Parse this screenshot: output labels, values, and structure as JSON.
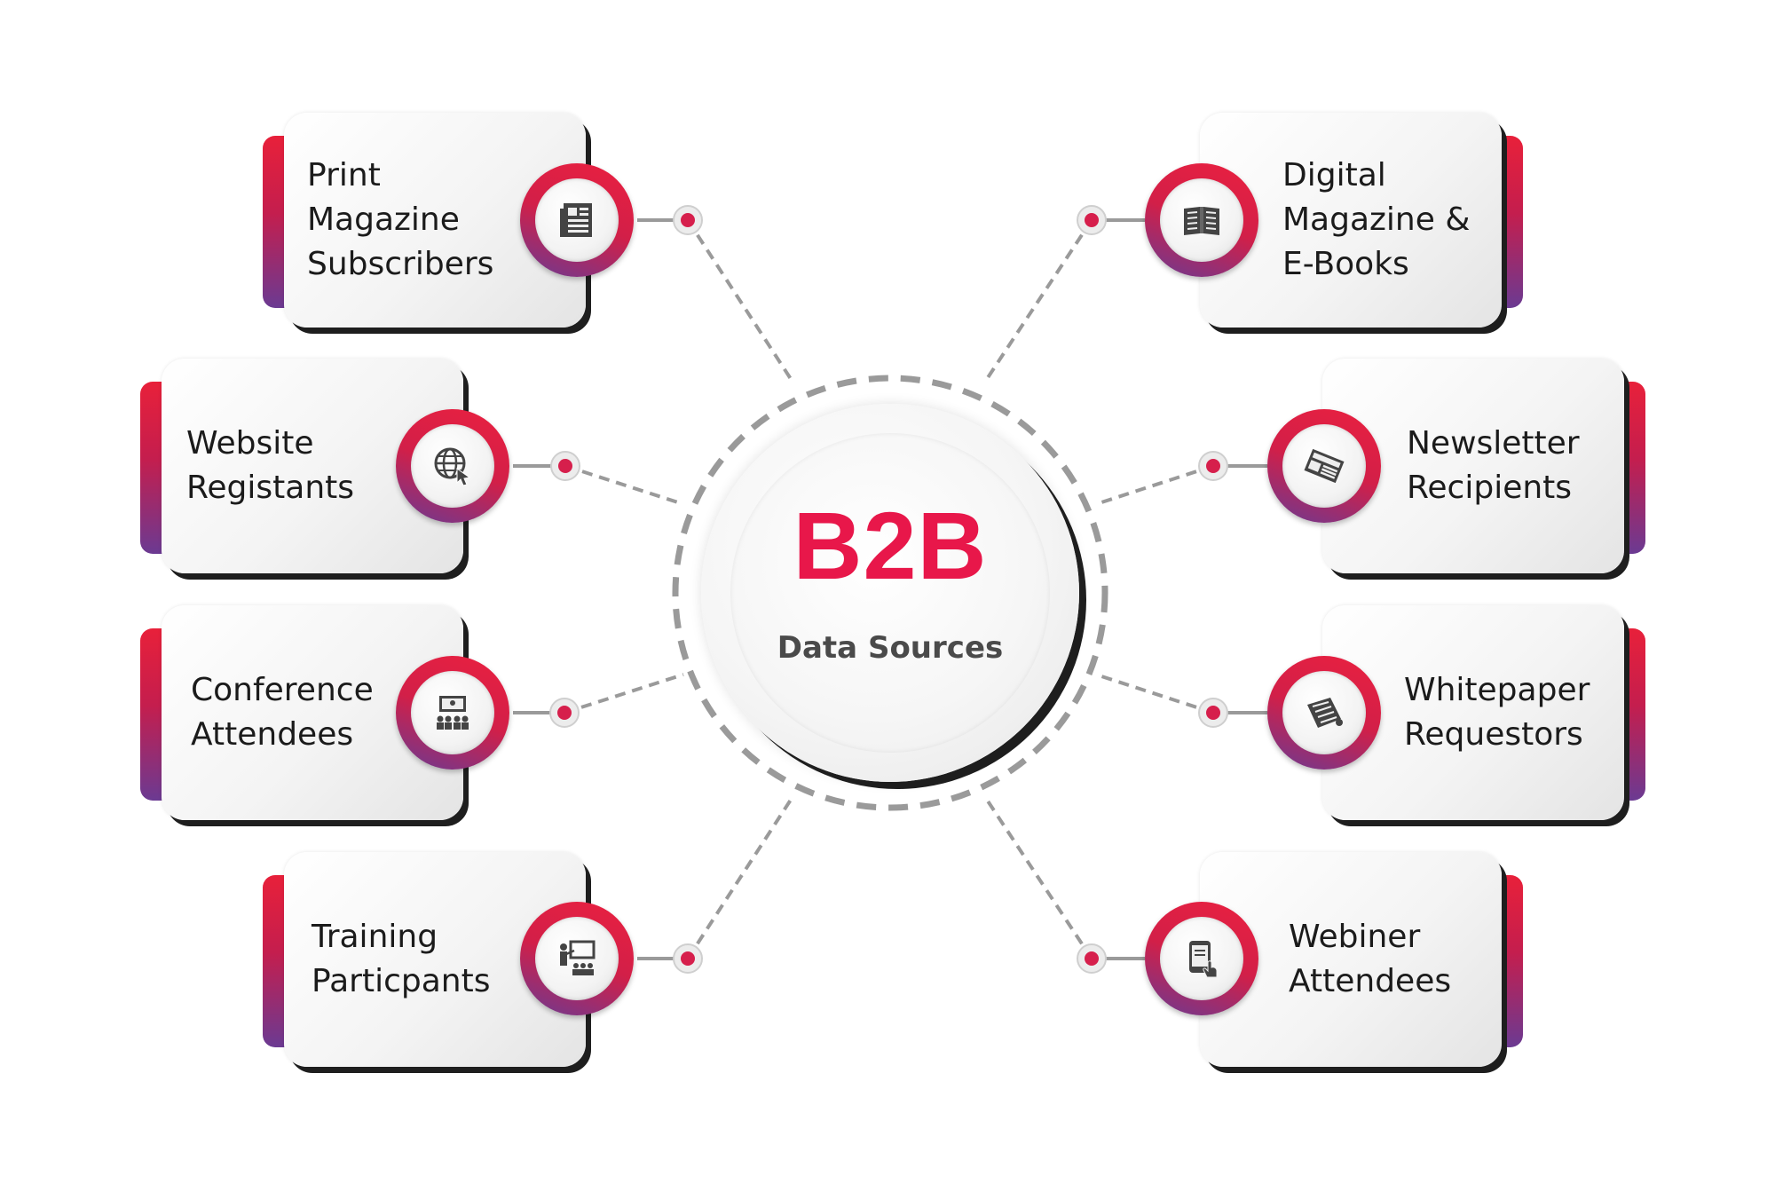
{
  "hub": {
    "title": "B2B",
    "subtitle": "Data Sources"
  },
  "colors": {
    "accent_red": "#e8203a",
    "accent_purple": "#6b3a92",
    "hub_title": "#e8174a",
    "connector": "#9a9a9a"
  },
  "sources": [
    {
      "id": "print",
      "lines": [
        "Print",
        "Magazine",
        "Subscribers"
      ],
      "icon": "newspaper-icon"
    },
    {
      "id": "website",
      "lines": [
        "Website",
        "Registants"
      ],
      "icon": "globe-cursor-icon"
    },
    {
      "id": "conference",
      "lines": [
        "Conference",
        "Attendees"
      ],
      "icon": "presentation-audience-icon"
    },
    {
      "id": "training",
      "lines": [
        "Training",
        "Particpants"
      ],
      "icon": "trainer-board-icon"
    },
    {
      "id": "digital",
      "lines": [
        "Digital",
        "Magazine &",
        "E-Books"
      ],
      "icon": "open-book-icon"
    },
    {
      "id": "newsletter",
      "lines": [
        "Newsletter",
        "Recipients"
      ],
      "icon": "news-paper-icon"
    },
    {
      "id": "whitepaper",
      "lines": [
        "Whitepaper",
        "Requestors"
      ],
      "icon": "document-scroll-icon"
    },
    {
      "id": "webinar",
      "lines": [
        "Webiner",
        "Attendees"
      ],
      "icon": "tablet-touch-icon"
    }
  ]
}
